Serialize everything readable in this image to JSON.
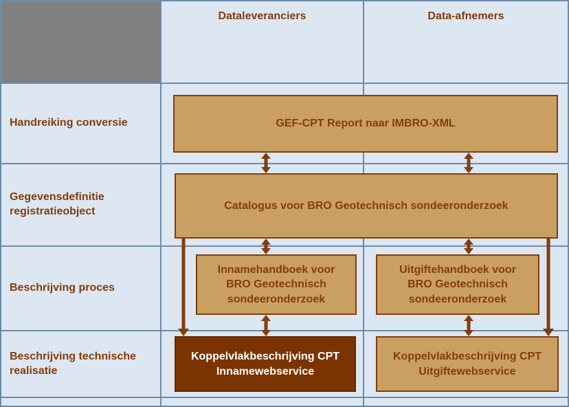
{
  "header": {
    "columns": [
      {
        "label": "Dataleveranciers"
      },
      {
        "label": "Data-afnemers"
      }
    ]
  },
  "row_labels": [
    {
      "label": "Handreiking conversie"
    },
    {
      "label": "Gegevensdefinitie registratieobject"
    },
    {
      "label": "Beschrijving proces"
    },
    {
      "label": "Beschrijving technische realisatie"
    }
  ],
  "boxes": {
    "gef_cpt": {
      "label": "GEF-CPT Report naar IMBRO-XML"
    },
    "catalogus": {
      "label": "Catalogus voor BRO Geotechnisch sondeeronderzoek"
    },
    "innamehandboek": {
      "label": "Innamehandboek voor BRO Geotechnisch sondeeronderzoek"
    },
    "uitgiftehandboek": {
      "label": "Uitgiftehandboek voor BRO Geotechnisch sondeeronderzoek"
    },
    "koppelvlak_inname": {
      "label": "Koppelvlakbeschrijving CPT Innamewebservice"
    },
    "koppelvlak_uitgifte": {
      "label": "Koppelvlakbeschrijving CPT Uitgiftewebservice"
    }
  },
  "colors": {
    "grid_line": "#6c8bab",
    "cell_background": "#dde7f2",
    "corner_background": "#808080",
    "box_fill": "#c9a062",
    "box_border": "#843c0c",
    "dark_box_fill": "#7b3400",
    "dark_box_text": "#ffffff",
    "label_text": "#843c0c",
    "arrow": "#843c0c"
  }
}
